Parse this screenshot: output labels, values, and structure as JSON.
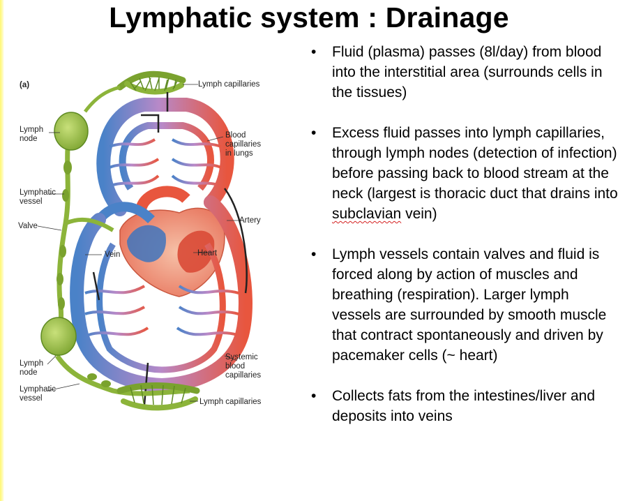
{
  "title": "Lymphatic system : Drainage",
  "diagram": {
    "panel_letter": "(a)",
    "labels": {
      "lymph_capillaries_top": "Lymph capillaries",
      "lymph_node_top": [
        "Lymph",
        "node"
      ],
      "blood_capillaries_lungs": [
        "Blood",
        "capillaries",
        "in lungs"
      ],
      "lymphatic_vessel_top": [
        "Lymphatic",
        "vessel"
      ],
      "valve": "Valve",
      "artery": "Artery",
      "vein": "Vein",
      "heart": "Heart",
      "systemic_capillaries": [
        "Systemic",
        "blood",
        "capillaries"
      ],
      "lymph_node_bottom": [
        "Lymph",
        "node"
      ],
      "lymphatic_vessel_bottom": [
        "Lymphatic",
        "vessel"
      ],
      "lymph_capillaries_bottom": "Lymph capillaries"
    },
    "colors": {
      "artery": "#e8563e",
      "vein": "#4a82c8",
      "lymph": "#8cb43a",
      "lymph_dark": "#5e8a22"
    }
  },
  "bullets": [
    {
      "text": "Fluid (plasma) passes (8l/day) from blood into the interstitial area (surrounds cells in the tissues)"
    },
    {
      "text_before": "Excess fluid passes into lymph capillaries, through lymph nodes (detection of infection) before passing back to blood stream at the neck (largest is thoracic duct that drains into ",
      "text_marked": "subclavian",
      "text_after": " vein)"
    },
    {
      "text": "Lymph vessels contain valves and fluid is forced along by action of muscles and breathing (respiration). Larger lymph vessels are surrounded by smooth muscle that contract spontaneously and driven by pacemaker cells (~ heart)"
    },
    {
      "text": "Collects fats from the intestines/liver and deposits into veins"
    }
  ]
}
